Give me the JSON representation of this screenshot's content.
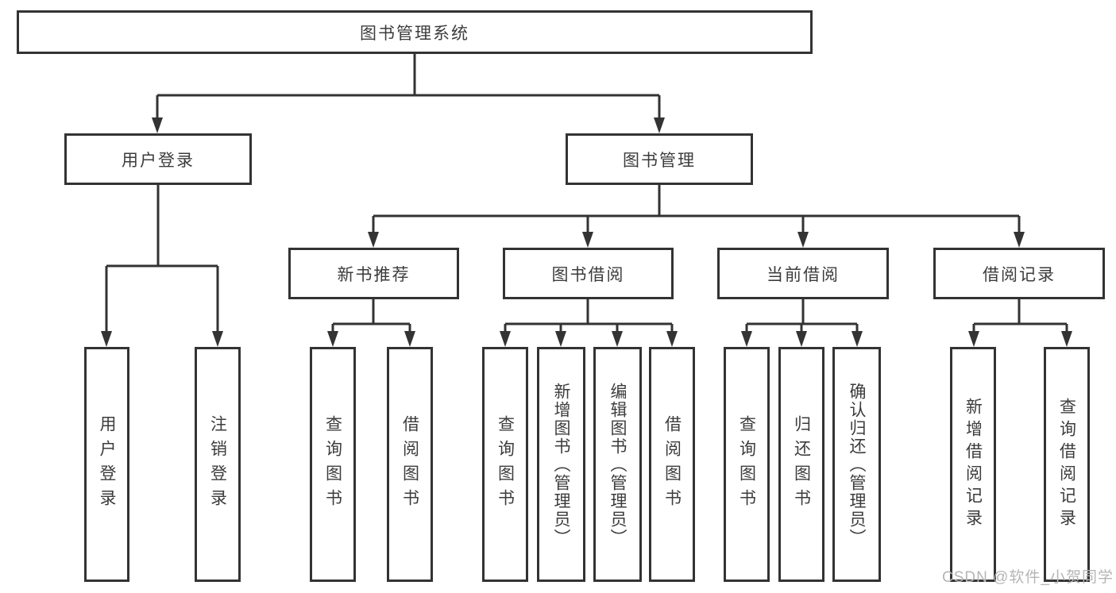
{
  "tree": {
    "root": {
      "label": "图书管理系统"
    },
    "branches": [
      {
        "label": "用户登录",
        "children": [
          {
            "label": "用户登录"
          },
          {
            "label": "注销登录"
          }
        ]
      },
      {
        "label": "图书管理",
        "children": [
          {
            "label": "新书推荐",
            "children": [
              {
                "label": "查询图书"
              },
              {
                "label": "借阅图书"
              }
            ]
          },
          {
            "label": "图书借阅",
            "children": [
              {
                "label": "查询图书"
              },
              {
                "label": "新增图书（管理员）"
              },
              {
                "label": "编辑图书（管理员）"
              },
              {
                "label": "借阅图书"
              }
            ]
          },
          {
            "label": "当前借阅",
            "children": [
              {
                "label": "查询图书"
              },
              {
                "label": "归还图书"
              },
              {
                "label": "确认归还（管理员）"
              }
            ]
          },
          {
            "label": "借阅记录",
            "children": [
              {
                "label": "新增借阅记录"
              },
              {
                "label": "查询借阅记录"
              }
            ]
          }
        ]
      }
    ]
  },
  "watermark": {
    "text": "CSDN @软件_小贺同学"
  },
  "colors": {
    "line": "#333333",
    "text": "#3c3c3c",
    "watermark": "#b5b5b5",
    "background": "#ffffff"
  }
}
